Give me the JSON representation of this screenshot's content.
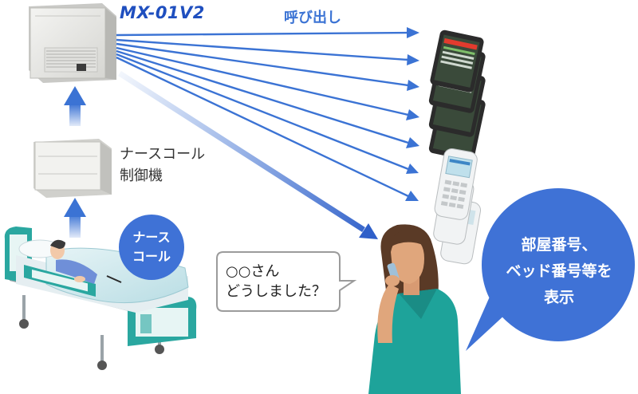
{
  "server": {
    "model": "MX-01V2"
  },
  "call_label": "呼び出し",
  "controller": {
    "line1": "ナースコール",
    "line2": "制御機"
  },
  "nurse_call_bubble": {
    "line1": "ナース",
    "line2": "コール"
  },
  "speech": {
    "line1": "○○さん",
    "line2": "どうしました？"
  },
  "display_bubble": {
    "line1": "部屋番号、",
    "line2": "ベッド番号等を",
    "line3": "表示"
  },
  "colors": {
    "accent_blue": "#3b73d4",
    "model_text": "#1f4fbf",
    "bubble_blue": "#3f72d6",
    "bed_teal": "#2aa7a0",
    "nurse_teal": "#1ea39a",
    "phone_dark": "#2b2b2b",
    "phone_light": "#f1f3f4"
  }
}
